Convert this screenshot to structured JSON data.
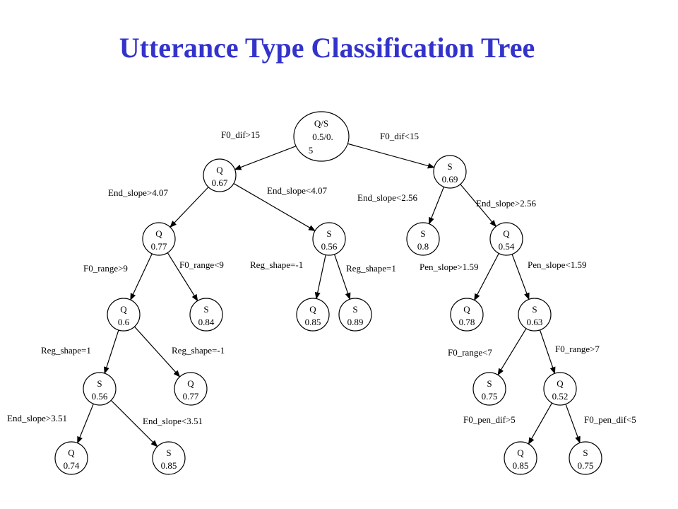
{
  "title": "Utterance Type Classification Tree",
  "colors": {
    "title": "#3333cc",
    "lines": "#000000"
  },
  "nodes": [
    {
      "id": "root",
      "label": "Q/S",
      "value": "0.5/0.",
      "value2": "5"
    },
    {
      "id": "q1",
      "label": "Q",
      "value": "0.67"
    },
    {
      "id": "s1",
      "label": "S",
      "value": "0.69"
    },
    {
      "id": "q2",
      "label": "Q",
      "value": "0.77"
    },
    {
      "id": "s2",
      "label": "S",
      "value": "0.56"
    },
    {
      "id": "s3",
      "label": "S",
      "value": "0.8"
    },
    {
      "id": "q3",
      "label": "Q",
      "value": "0.54"
    },
    {
      "id": "q4",
      "label": "Q",
      "value": "0.6"
    },
    {
      "id": "s4",
      "label": "S",
      "value": "0.84"
    },
    {
      "id": "q5",
      "label": "Q",
      "value": "0.85"
    },
    {
      "id": "s5",
      "label": "S",
      "value": "0.89"
    },
    {
      "id": "q6",
      "label": "Q",
      "value": "0.78"
    },
    {
      "id": "s6",
      "label": "S",
      "value": "0.63"
    },
    {
      "id": "s7",
      "label": "S",
      "value": "0.56"
    },
    {
      "id": "q7",
      "label": "Q",
      "value": "0.77"
    },
    {
      "id": "s8",
      "label": "S",
      "value": "0.75"
    },
    {
      "id": "q8",
      "label": "Q",
      "value": "0.52"
    },
    {
      "id": "q9",
      "label": "Q",
      "value": "0.74"
    },
    {
      "id": "s9",
      "label": "S",
      "value": "0.85"
    },
    {
      "id": "q10",
      "label": "Q",
      "value": "0.85"
    },
    {
      "id": "s10",
      "label": "S",
      "value": "0.75"
    }
  ],
  "edges": [
    {
      "from": "root",
      "to": "q1",
      "label": "F0_dif>15"
    },
    {
      "from": "root",
      "to": "s1",
      "label": "F0_dif<15"
    },
    {
      "from": "q1",
      "to": "q2",
      "label": "End_slope>4.07"
    },
    {
      "from": "q1",
      "to": "s2",
      "label": "End_slope<4.07"
    },
    {
      "from": "s1",
      "to": "s3",
      "label": "End_slope<2.56"
    },
    {
      "from": "s1",
      "to": "q3",
      "label": "End_slope>2.56"
    },
    {
      "from": "q2",
      "to": "q4",
      "label": "F0_range>9"
    },
    {
      "from": "q2",
      "to": "s4",
      "label": "F0_range<9"
    },
    {
      "from": "s2",
      "to": "q5",
      "label": "Reg_shape=-1"
    },
    {
      "from": "s2",
      "to": "s5",
      "label": "Reg_shape=1"
    },
    {
      "from": "q3",
      "to": "q6",
      "label": "Pen_slope>1.59"
    },
    {
      "from": "q3",
      "to": "s6",
      "label": "Pen_slope<1.59"
    },
    {
      "from": "q4",
      "to": "s7",
      "label": "Reg_shape=1"
    },
    {
      "from": "q4",
      "to": "q7",
      "label": "Reg_shape=-1"
    },
    {
      "from": "s6",
      "to": "s8",
      "label": "F0_range<7"
    },
    {
      "from": "s6",
      "to": "q8",
      "label": "F0_range>7"
    },
    {
      "from": "s7",
      "to": "q9",
      "label": "End_slope>3.51"
    },
    {
      "from": "s7",
      "to": "s9",
      "label": "End_slope<3.51"
    },
    {
      "from": "q8",
      "to": "q10",
      "label": "F0_pen_dif>5"
    },
    {
      "from": "q8",
      "to": "s10",
      "label": "F0_pen_dif<5"
    }
  ]
}
